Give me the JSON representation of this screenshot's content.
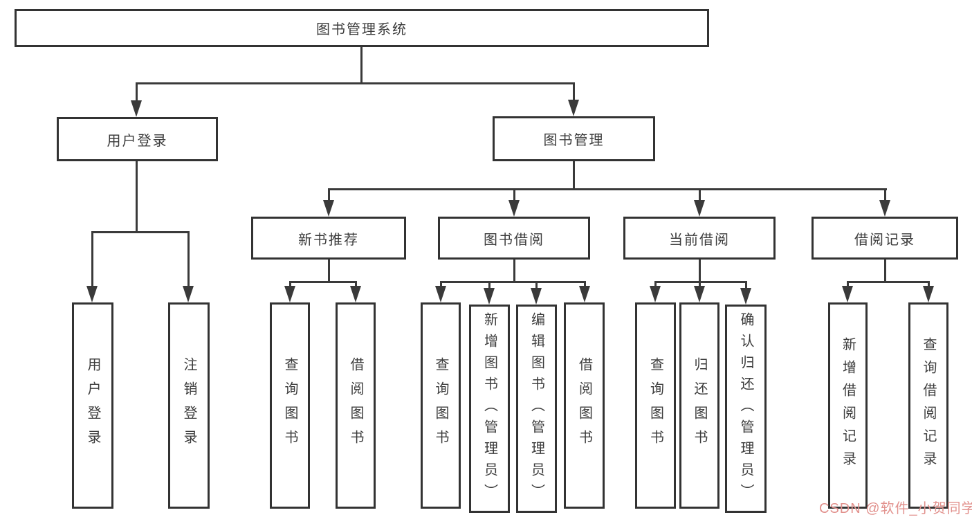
{
  "diagram_title": "图书管理系统",
  "tree": {
    "root": {
      "label": "图书管理系统"
    },
    "branches": [
      {
        "label": "用户登录",
        "children": [
          {
            "label": "用户登录"
          },
          {
            "label": "注销登录"
          }
        ]
      },
      {
        "label": "图书管理",
        "sections": [
          {
            "label": "新书推荐",
            "children": [
              {
                "label": "查询图书"
              },
              {
                "label": "借阅图书"
              }
            ]
          },
          {
            "label": "图书借阅",
            "children": [
              {
                "label": "查询图书"
              },
              {
                "label": "新增图书（管理员）"
              },
              {
                "label": "编辑图书（管理员）"
              },
              {
                "label": "借阅图书"
              }
            ]
          },
          {
            "label": "当前借阅",
            "children": [
              {
                "label": "查询图书"
              },
              {
                "label": "归还图书"
              },
              {
                "label": "确认归还（管理员）"
              }
            ]
          },
          {
            "label": "借阅记录",
            "children": [
              {
                "label": "新增借阅记录"
              },
              {
                "label": "查询借阅记录"
              }
            ]
          }
        ]
      }
    ]
  },
  "watermark": {
    "text": "CSDN @软件_小贺同学",
    "color": "#e2928e"
  },
  "colors": {
    "line": "#3a3a3a",
    "box_border": "#333333",
    "text": "#3c3c3c",
    "background": "#ffffff"
  }
}
